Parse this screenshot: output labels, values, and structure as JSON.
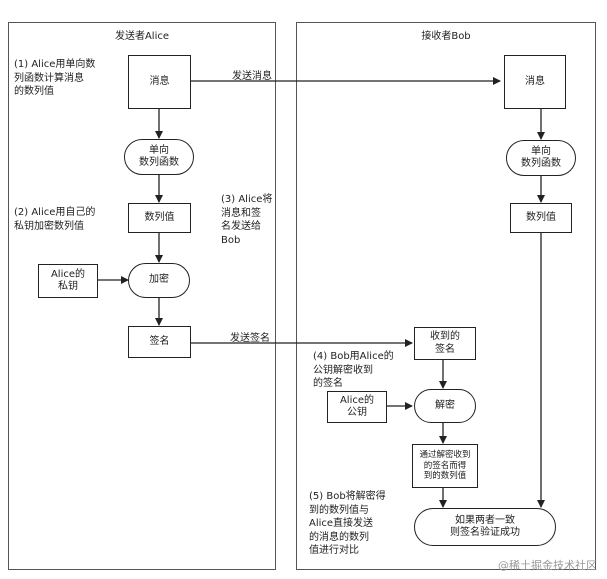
{
  "sender_panel": {
    "title": "发送者Alice"
  },
  "receiver_panel": {
    "title": "接收者Bob"
  },
  "sender": {
    "message": "消息",
    "hash_func": "单向\n数列函数",
    "hash_value": "数列值",
    "private_key": "Alice的\n私钥",
    "encrypt": "加密",
    "signature": "签名"
  },
  "receiver": {
    "message": "消息",
    "hash_func": "单向\n数列函数",
    "hash_value": "数列值",
    "received_signature": "收到的\n签名",
    "public_key": "Alice的\n公钥",
    "decrypt": "解密",
    "decrypted_value": "通过解密收到\n的签名而得\n到的数列值",
    "result": "如果两者一致\n则签名验证成功"
  },
  "notes": {
    "step1": "(1) Alice用单向数\n列函数计算消息\n的数列值",
    "step2": "(2) Alice用自己的\n私钥加密数列值",
    "step3": "(3) Alice将\n消息和签\n名发送给\nBob",
    "step4": "(4) Bob用Alice的\n公钥解密收到\n的签名",
    "step5": "(5) Bob将解密得\n到的数列值与\nAlice直接发送\n的消息的数列\n值进行对比"
  },
  "edge_labels": {
    "send_message": "发送消息",
    "send_signature": "发送签名"
  },
  "watermark": "@稀土掘金技术社区"
}
